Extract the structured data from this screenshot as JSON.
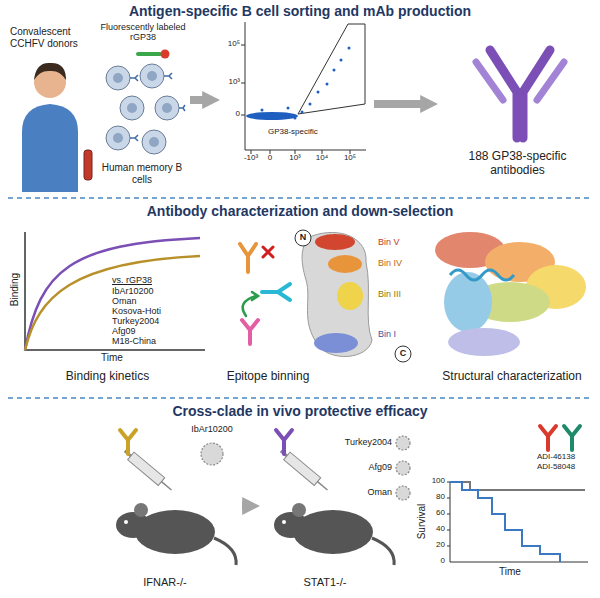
{
  "diagram": {
    "nodes": [
      {
        "text": [
          "Antigen-specific B cell sorting and mAb production"
        ]
      },
      {
        "text": [
          "Convalescent CCHFV donors",
          "Fluorescently labeled rGP38",
          "Human memory B cells"
        ],
        "in": 0
      },
      {
        "text": [
          "GP38-specific"
        ],
        "in": 0
      },
      {
        "text": [
          "188 GP38-specific antibodies"
        ],
        "in": 0
      },
      {
        "text": [
          "Antibody characterization and down-selection"
        ]
      },
      {
        "text": [
          "Binding kinetics"
        ],
        "in": 4
      },
      {
        "text": [
          "Epitope binning"
        ],
        "in": 4
      },
      {
        "text": [
          "Structural characterization"
        ],
        "in": 4
      },
      {
        "text": [
          "Cross-clade in vivo protective efficacy"
        ]
      },
      {
        "text": [
          "IbAr10200",
          "IFNAR-/-"
        ],
        "in": 8
      },
      {
        "text": [
          "Turkey2004",
          "Afg09",
          "Oman",
          "STAT1-/-"
        ],
        "in": 8
      },
      {
        "text": [
          "ADI-46138",
          "ADI-58048"
        ],
        "in": 8
      }
    ],
    "edges": [
      {
        "from": 1,
        "to": 2,
        "arrow": "to"
      },
      {
        "from": 2,
        "to": 3,
        "arrow": "to"
      },
      {
        "from": 9,
        "to": 10,
        "arrow": "to"
      }
    ],
    "labels": [
      "10⁵",
      "10³",
      "0",
      "-10³",
      "0",
      "10³",
      "10⁴",
      "10⁵",
      "Binding",
      "Time",
      "vs. rGP38",
      "IbAr10200",
      "Oman",
      "Kosova-Hoti",
      "Turkey2004",
      "Afg09",
      "M18-China",
      "N",
      "Bin V",
      "Bin IV",
      "Bin III",
      "Bin I",
      "C",
      "Survival",
      "Time",
      "100",
      "80",
      "60",
      "40",
      "20",
      "0"
    ]
  }
}
